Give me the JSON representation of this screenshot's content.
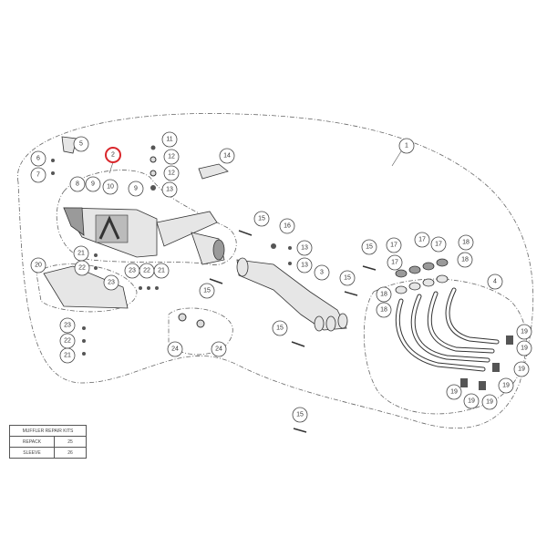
{
  "diagram": {
    "title": "Exhaust system exploded view",
    "highlight_color": "#d9262b",
    "callouts": [
      "1",
      "2",
      "5",
      "6",
      "7",
      "8",
      "9",
      "10",
      "9",
      "11",
      "12",
      "12",
      "13",
      "14",
      "15",
      "16",
      "13",
      "13",
      "3",
      "15",
      "15",
      "17",
      "17",
      "17",
      "17",
      "18",
      "18",
      "18",
      "18",
      "4",
      "21",
      "22",
      "23",
      "23",
      "22",
      "21",
      "20",
      "15",
      "23",
      "22",
      "21",
      "24",
      "24",
      "15",
      "15",
      "19",
      "19",
      "19",
      "19",
      "19",
      "19",
      "19"
    ]
  },
  "repair_kits": {
    "title": "MUFFLER REPAIR KITS",
    "rows": [
      {
        "name": "REPACK",
        "ref": "25"
      },
      {
        "name": "SLEEVE",
        "ref": "26"
      }
    ]
  }
}
